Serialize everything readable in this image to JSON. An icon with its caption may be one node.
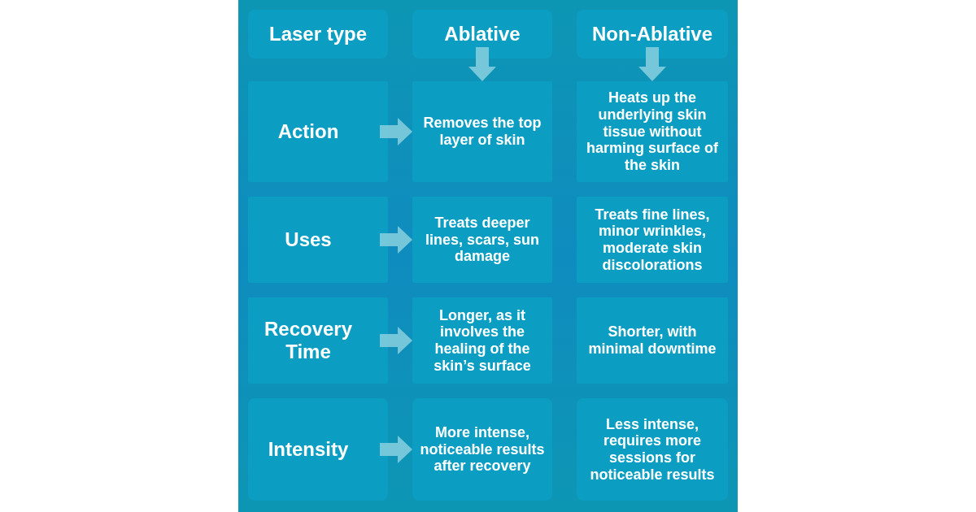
{
  "diagram": {
    "nodes": [
      {
        "text": [
          "Laser type"
        ]
      },
      {
        "text": [
          "Ablative"
        ]
      },
      {
        "text": [
          "Non-Ablative"
        ]
      },
      {
        "text": [
          "Action"
        ]
      },
      {
        "text": [
          "Removes the top layer of skin"
        ]
      },
      {
        "text": [
          "Heats up the underlying skin tissue without harming surface of the skin"
        ]
      },
      {
        "text": [
          "Uses"
        ]
      },
      {
        "text": [
          "Treats deeper lines, scars, sun damage"
        ]
      },
      {
        "text": [
          "Treats fine lines, minor wrinkles, moderate skin discolorations"
        ]
      },
      {
        "text": [
          "Recovery Time"
        ]
      },
      {
        "text": [
          "Longer, as it involves the healing of the skin’s surface"
        ]
      },
      {
        "text": [
          "Shorter, with minimal downtime"
        ]
      },
      {
        "text": [
          "Intensity"
        ]
      },
      {
        "text": [
          "More intense, noticeable results after recovery"
        ]
      },
      {
        "text": [
          "Less intense, requires more sessions for noticeable results"
        ]
      }
    ],
    "edges": [
      {
        "from": 1,
        "to": 4,
        "arrow": "to"
      },
      {
        "from": 2,
        "to": 5,
        "arrow": "to"
      },
      {
        "from": 3,
        "to": 4,
        "arrow": "to"
      },
      {
        "from": 6,
        "to": 7,
        "arrow": "to"
      },
      {
        "from": 9,
        "to": 10,
        "arrow": "to"
      },
      {
        "from": 12,
        "to": 13,
        "arrow": "to"
      }
    ]
  }
}
